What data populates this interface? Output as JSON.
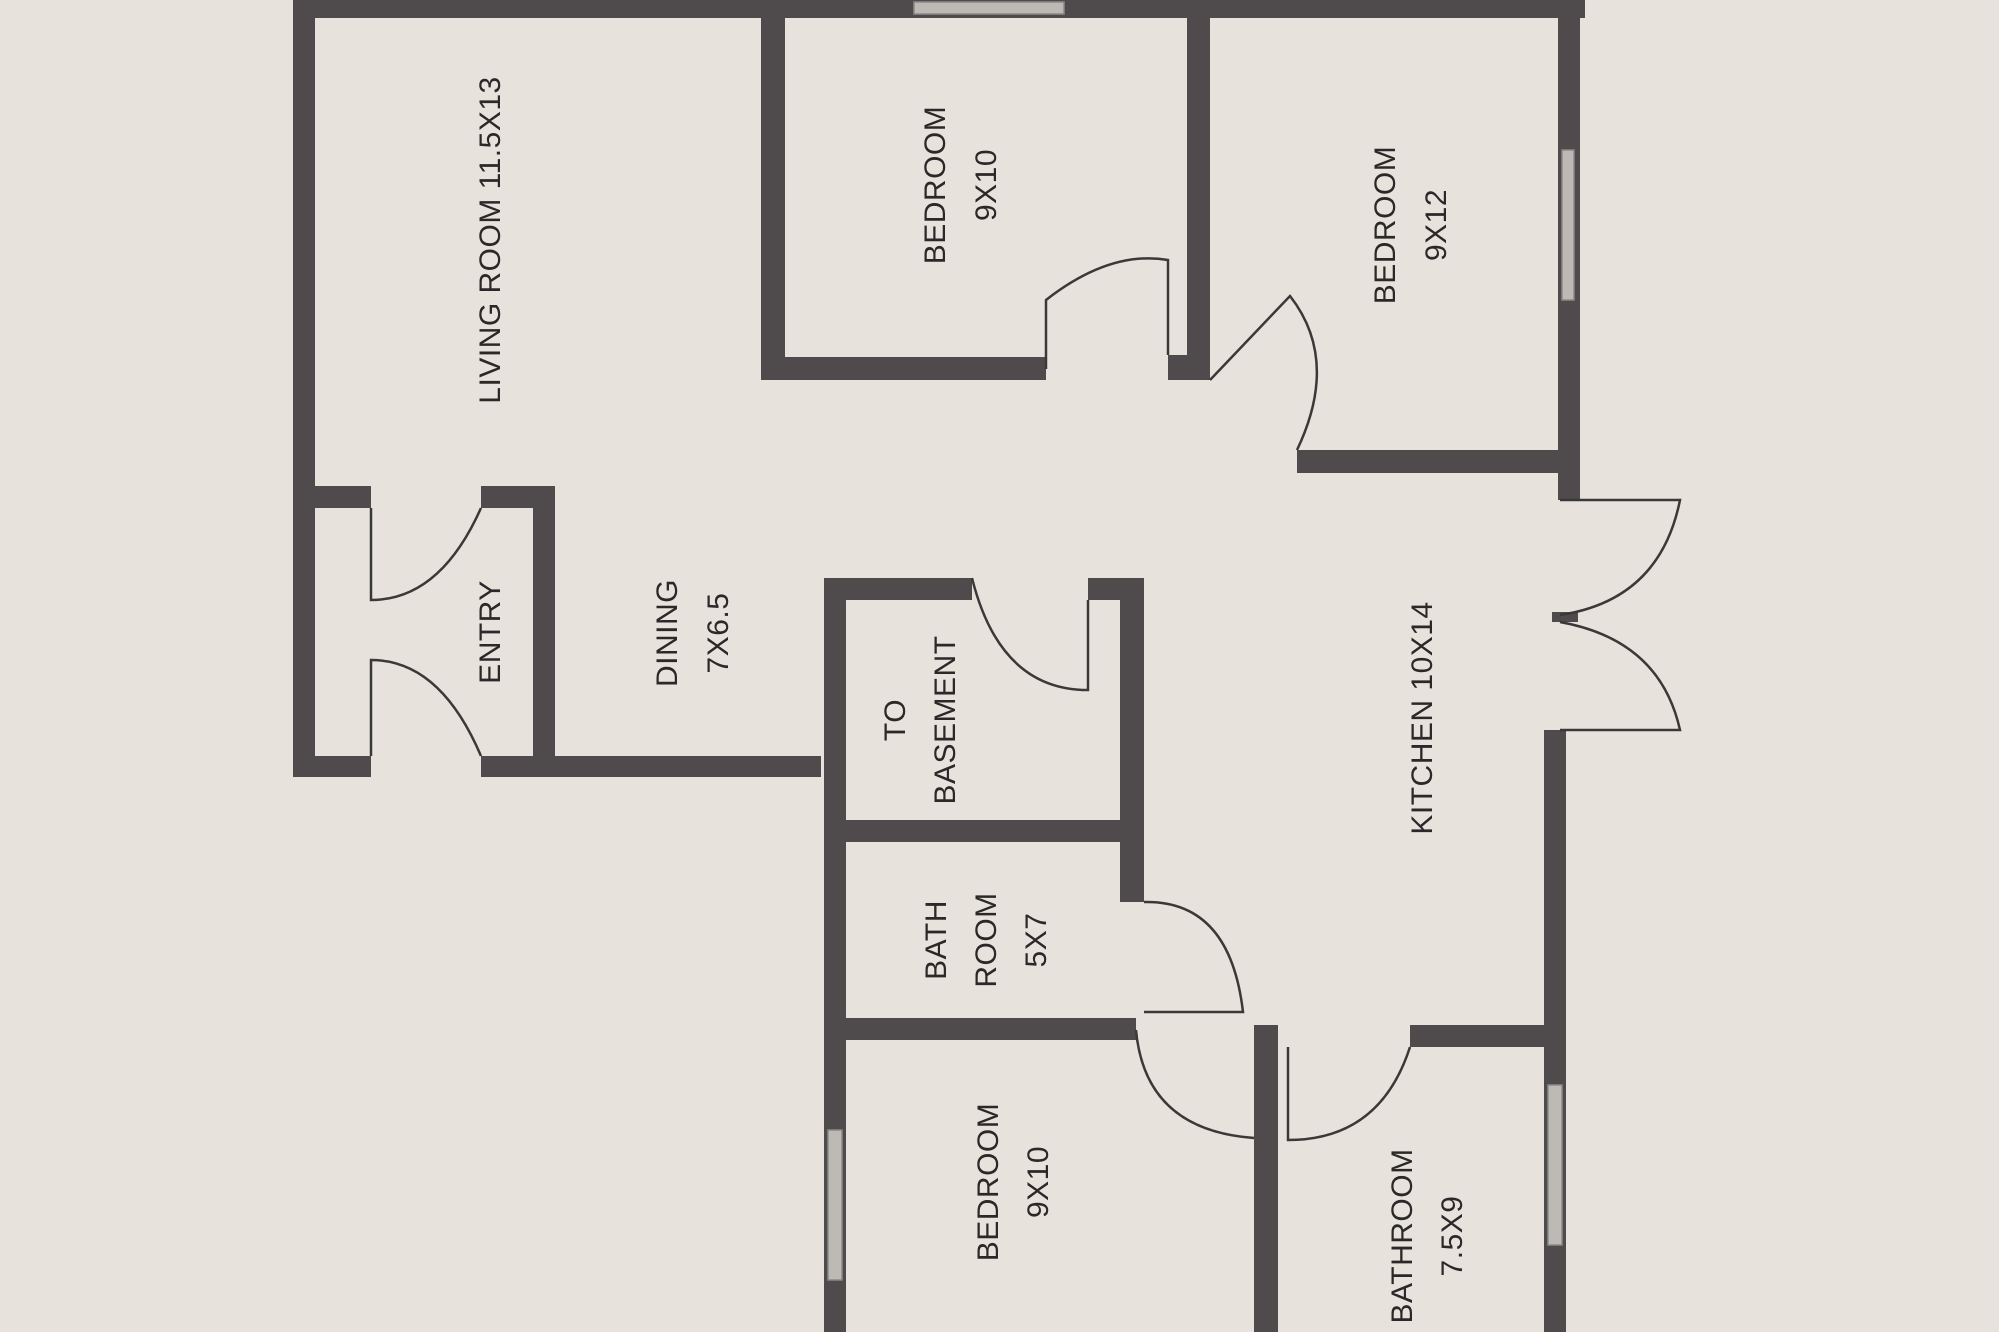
{
  "plan": {
    "living_room": "LIVING ROOM 11.5X13",
    "entry": "ENTRY",
    "dining_name": "DINING",
    "dining_size": "7X6.5",
    "bedroom_top_left_name": "BEDROOM",
    "bedroom_top_left_size": "9X10",
    "bedroom_top_right_name": "BEDROOM",
    "bedroom_top_right_size": "9X12",
    "basement_line1": "TO",
    "basement_line2": "BASEMENT",
    "kitchen": "KITCHEN  10X14",
    "bath_line1": "BATH",
    "bath_line2": "ROOM",
    "bath_size": "5X7",
    "bedroom_bottom_name": "BEDROOM",
    "bedroom_bottom_size": "9X10",
    "bathroom_name": "BATHROOM",
    "bathroom_size": "7.5X9"
  },
  "colors": {
    "paper": "#e7e3dc",
    "wall": "#4f4b4c",
    "text": "#2b2829"
  }
}
